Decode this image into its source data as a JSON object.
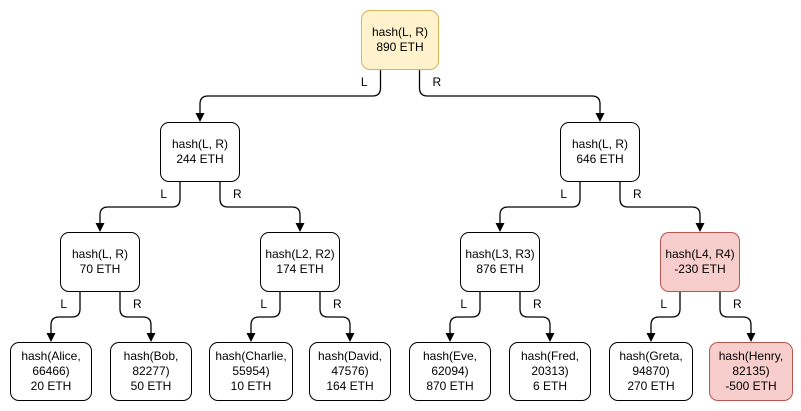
{
  "diagram": {
    "title": "merkle-tree-eth-balances",
    "colors": {
      "background": "#ffffff",
      "node_fill": "#ffffff",
      "node_stroke": "#000000",
      "root_fill": "#fff2cc",
      "root_stroke": "#d6b656",
      "negative_fill": "#f8cecc",
      "negative_stroke": "#b85450",
      "edge_color": "#000000",
      "text_color": "#000000"
    },
    "nodes": [
      {
        "id": "root",
        "variant": "root",
        "lines": [
          "hash(L, R)",
          "890 ETH"
        ]
      },
      {
        "id": "n244",
        "variant": "default",
        "lines": [
          "hash(L, R)",
          "244 ETH"
        ]
      },
      {
        "id": "n646",
        "variant": "default",
        "lines": [
          "hash(L, R)",
          "646 ETH"
        ]
      },
      {
        "id": "n70",
        "variant": "default",
        "lines": [
          "hash(L, R)",
          "70 ETH"
        ]
      },
      {
        "id": "n174",
        "variant": "default",
        "lines": [
          "hash(L2, R2)",
          "174 ETH"
        ]
      },
      {
        "id": "n876",
        "variant": "default",
        "lines": [
          "hash(L3, R3)",
          "876 ETH"
        ]
      },
      {
        "id": "n230",
        "variant": "negative",
        "lines": [
          "hash(L4, R4)",
          "-230 ETH"
        ]
      },
      {
        "id": "alice",
        "variant": "default",
        "lines": [
          "hash(Alice,",
          "66466)",
          "20 ETH"
        ]
      },
      {
        "id": "bob",
        "variant": "default",
        "lines": [
          "hash(Bob,",
          "82277)",
          "50 ETH"
        ]
      },
      {
        "id": "charlie",
        "variant": "default",
        "lines": [
          "hash(Charlie,",
          "55954)",
          "10 ETH"
        ]
      },
      {
        "id": "david",
        "variant": "default",
        "lines": [
          "hash(David,",
          "47576)",
          "164 ETH"
        ]
      },
      {
        "id": "eve",
        "variant": "default",
        "lines": [
          "hash(Eve,",
          "62094)",
          "870 ETH"
        ]
      },
      {
        "id": "fred",
        "variant": "default",
        "lines": [
          "hash(Fred,",
          "20313)",
          "6 ETH"
        ]
      },
      {
        "id": "greta",
        "variant": "default",
        "lines": [
          "hash(Greta,",
          "94870)",
          "270 ETH"
        ]
      },
      {
        "id": "henry",
        "variant": "negative",
        "lines": [
          "hash(Henry,",
          "82135)",
          "-500 ETH"
        ]
      }
    ],
    "edges": [
      {
        "from": "root",
        "to": "n244",
        "label": "L",
        "side": "L"
      },
      {
        "from": "root",
        "to": "n646",
        "label": "R",
        "side": "R"
      },
      {
        "from": "n244",
        "to": "n70",
        "label": "L",
        "side": "L"
      },
      {
        "from": "n244",
        "to": "n174",
        "label": "R",
        "side": "R"
      },
      {
        "from": "n646",
        "to": "n876",
        "label": "L",
        "side": "L"
      },
      {
        "from": "n646",
        "to": "n230",
        "label": "R",
        "side": "R"
      },
      {
        "from": "n70",
        "to": "alice",
        "label": "L",
        "side": "L"
      },
      {
        "from": "n70",
        "to": "bob",
        "label": "R",
        "side": "R"
      },
      {
        "from": "n174",
        "to": "charlie",
        "label": "L",
        "side": "L"
      },
      {
        "from": "n174",
        "to": "david",
        "label": "R",
        "side": "R"
      },
      {
        "from": "n876",
        "to": "eve",
        "label": "L",
        "side": "L"
      },
      {
        "from": "n876",
        "to": "fred",
        "label": "R",
        "side": "R"
      },
      {
        "from": "n230",
        "to": "greta",
        "label": "L",
        "side": "L"
      },
      {
        "from": "n230",
        "to": "henry",
        "label": "R",
        "side": "R"
      }
    ]
  }
}
